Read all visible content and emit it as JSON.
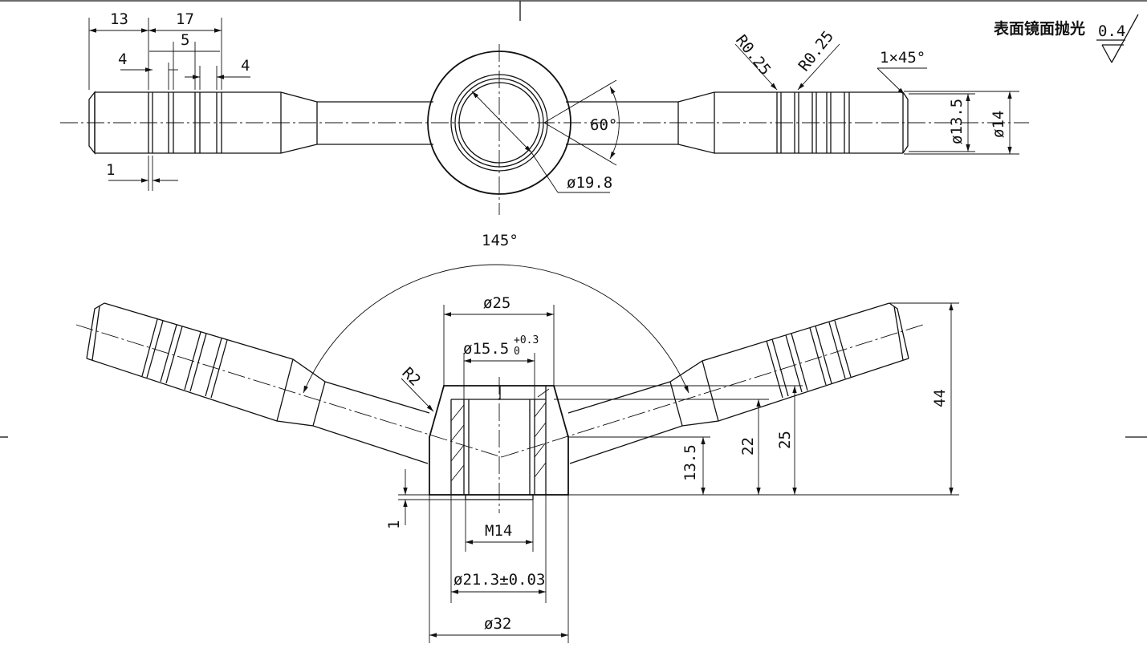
{
  "note": {
    "surface_text": "表面镜面抛光",
    "roughness_value": "0.4"
  },
  "top_view": {
    "dims": {
      "d13": "13",
      "d17": "17",
      "d5": "5",
      "d4_left": "4",
      "d4_right": "4",
      "d1": "1",
      "r1": "R0.25",
      "r2": "R0.25",
      "chamfer": "1×45°",
      "dia_13_5": "ø13.5",
      "dia_14": "ø14",
      "angle_60": "60°",
      "dia_19_8": "ø19.8"
    }
  },
  "front_view": {
    "dims": {
      "angle_145": "145°",
      "dia_25": "ø25",
      "dia_15_5": "ø15.5",
      "tol_upper": "+0.3",
      "tol_lower": "0",
      "r2": "R2",
      "h13_5": "13.5",
      "h22": "22",
      "h25": "25",
      "h44": "44",
      "t1": "1",
      "thread": "M14",
      "dia_21_3": "ø21.3±0.03",
      "dia_32": "ø32"
    }
  }
}
